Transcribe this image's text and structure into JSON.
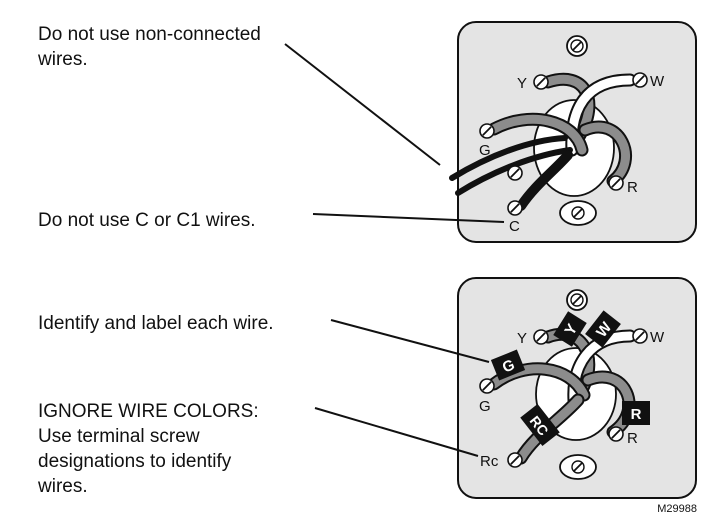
{
  "callouts": {
    "non_connected": "Do not use non-connected\nwires.",
    "no_c_wires": "Do not use C or C1 wires.",
    "identify_label": "Identify and label each wire.",
    "ignore_colors": "IGNORE WIRE COLORS:\nUse terminal screw\ndesignations to identify\nwires."
  },
  "top_panel": {
    "terminals": {
      "y": "Y",
      "w": "W",
      "g": "G",
      "r": "R",
      "c": "C"
    }
  },
  "bottom_panel": {
    "terminals": {
      "y": "Y",
      "w": "W",
      "g": "G",
      "r": "R",
      "rc": "Rc"
    },
    "tags": {
      "y": "Y",
      "w": "W",
      "g": "G",
      "r": "R",
      "rc": "RC"
    }
  },
  "figure_id": "M29988",
  "colors": {
    "plate": "#e4e4e4",
    "outline": "#111111",
    "grey_wire": "#8c8c8c",
    "white_wire": "#ffffff",
    "black_wire": "#111111",
    "tag": "#111111"
  }
}
